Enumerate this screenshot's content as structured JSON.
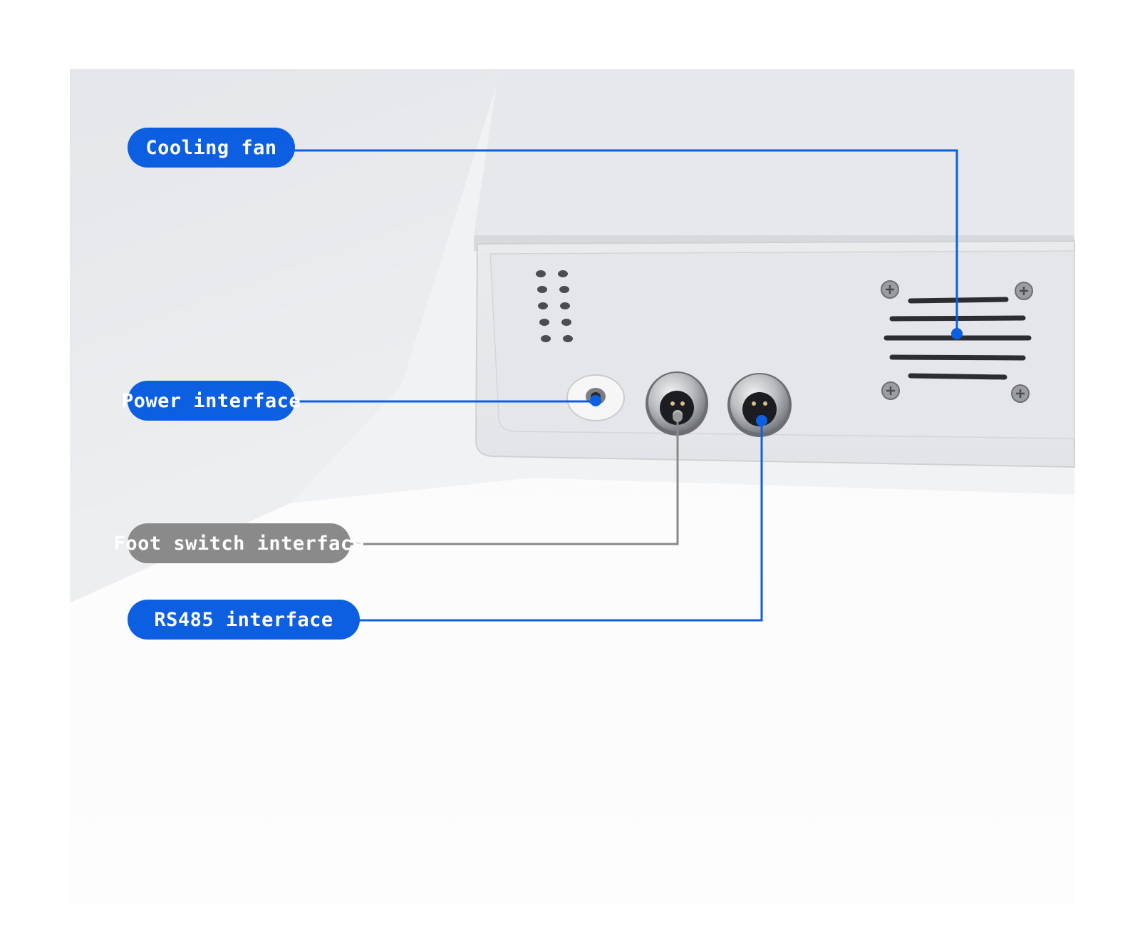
{
  "labels": {
    "cooling_fan": "Cooling fan",
    "power_interface": "Power interface",
    "foot_switch_interface": "Foot switch interface",
    "rs485_interface": "RS485 interface"
  },
  "colors": {
    "accent_blue": "#0b5fe0",
    "muted_gray": "#8a8a8a",
    "device_panel": "#e7e9eb"
  },
  "icons": {
    "cooling_fan": "vent-grille-icon",
    "power": "dc-jack-icon",
    "foot_switch": "aviation-connector-icon",
    "rs485": "aviation-connector-icon"
  }
}
